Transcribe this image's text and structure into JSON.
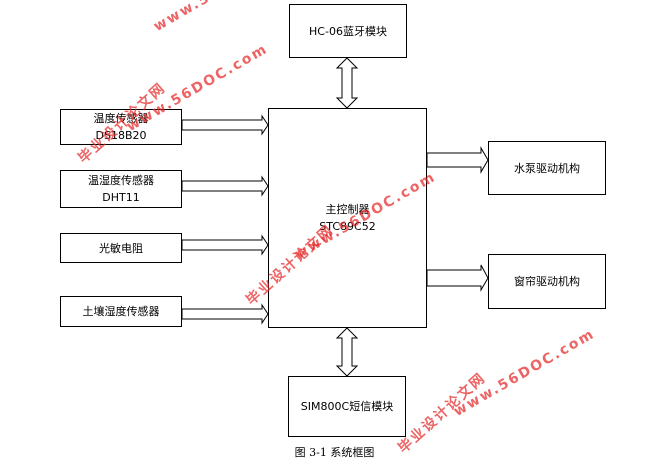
{
  "diagram": {
    "center": {
      "line1": "主控制器",
      "line2": "STC89C52"
    },
    "top_module": {
      "label": "HC-06蓝牙模块"
    },
    "bottom_module": {
      "label": "SIM800C短信模块"
    },
    "sensors": [
      {
        "line1": "温度传感器",
        "line2": "DS18B20"
      },
      {
        "line1": "温湿度传感器",
        "line2": "DHT11"
      },
      {
        "line1": "光敏电阻"
      },
      {
        "line1": "土壤湿度传感器"
      }
    ],
    "actuators": [
      {
        "label": "水泵驱动机构"
      },
      {
        "label": "窗帘驱动机构"
      }
    ],
    "caption": "图 3-1  系统框图"
  },
  "watermarks": [
    {
      "text": "毕业设计论文网"
    },
    {
      "text": "www.56DOC.com"
    }
  ],
  "colors": {
    "line": "#000000",
    "background": "#ffffff",
    "watermark": "#e62828"
  }
}
